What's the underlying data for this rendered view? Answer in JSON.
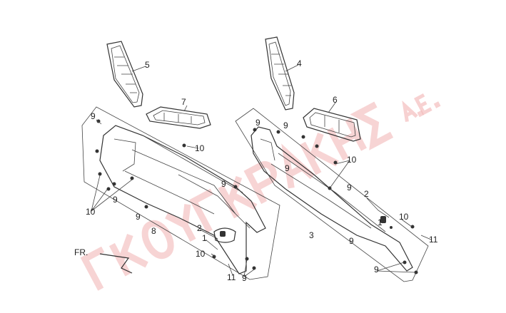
{
  "watermark": {
    "name": "ΓΚΟΥΓΚΡΑΚΗΣ",
    "suffix": "Α.Ε."
  },
  "direction_label": "FR.",
  "callouts": [
    {
      "id": "c5",
      "text": "5"
    },
    {
      "id": "c4",
      "text": "4"
    },
    {
      "id": "c7",
      "text": "7"
    },
    {
      "id": "c6",
      "text": "6"
    },
    {
      "id": "c9a",
      "text": "9"
    },
    {
      "id": "c10a",
      "text": "10"
    },
    {
      "id": "c9b",
      "text": "9"
    },
    {
      "id": "c9c",
      "text": "9"
    },
    {
      "id": "c10b",
      "text": "10"
    },
    {
      "id": "c9d",
      "text": "9"
    },
    {
      "id": "c9e",
      "text": "9"
    },
    {
      "id": "c9f",
      "text": "9"
    },
    {
      "id": "c9g",
      "text": "9"
    },
    {
      "id": "c10c",
      "text": "10"
    },
    {
      "id": "c9h",
      "text": "9"
    },
    {
      "id": "c8",
      "text": "8"
    },
    {
      "id": "c2a",
      "text": "2"
    },
    {
      "id": "c1a",
      "text": "1"
    },
    {
      "id": "c10d",
      "text": "10"
    },
    {
      "id": "c11a",
      "text": "11"
    },
    {
      "id": "c9i",
      "text": "9"
    },
    {
      "id": "c2b",
      "text": "2"
    },
    {
      "id": "c10e",
      "text": "10"
    },
    {
      "id": "c1b",
      "text": "1"
    },
    {
      "id": "c11b",
      "text": "11"
    },
    {
      "id": "c3",
      "text": "3"
    },
    {
      "id": "c9j",
      "text": "9"
    },
    {
      "id": "c9k",
      "text": "9"
    }
  ]
}
